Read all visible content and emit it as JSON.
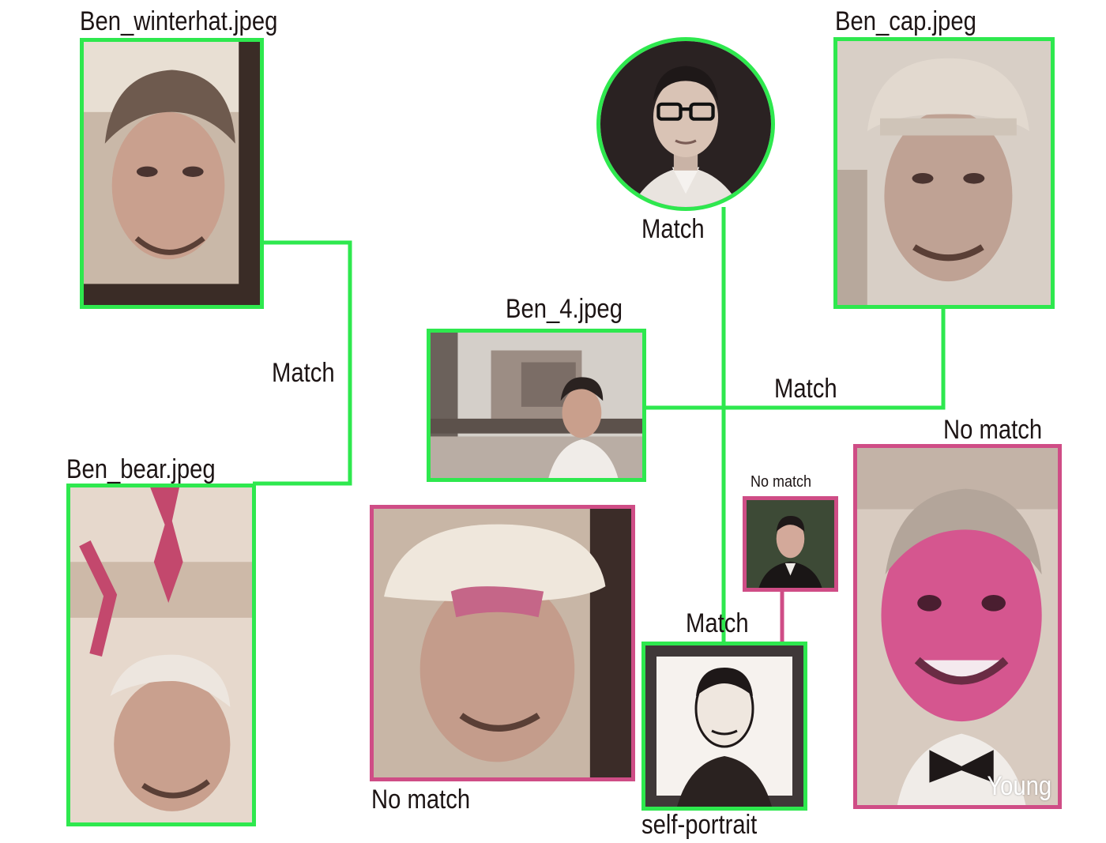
{
  "labels": {
    "winterhat": "Ben_winterhat.jpeg",
    "cap": "Ben_cap.jpeg",
    "ben4": "Ben_4.jpeg",
    "bear": "Ben_bear.jpeg",
    "reference_match": "Match",
    "winterhat_bear_match": "Match",
    "cap_match": "Match",
    "self_portrait_match": "Match",
    "straw_hat_result": "No match",
    "child_result": "No match",
    "small_photo_result": "No match",
    "self_portrait": "self-portrait",
    "young_tag": "Young"
  },
  "colors": {
    "match": "#2ee84e",
    "no_match": "#cf4d86",
    "text": "#1c1414"
  },
  "photos": [
    {
      "id": "reference",
      "status": "match",
      "shape": "circle"
    },
    {
      "id": "winterhat",
      "status": "match"
    },
    {
      "id": "cap",
      "status": "match"
    },
    {
      "id": "ben4",
      "status": "match"
    },
    {
      "id": "bear",
      "status": "match"
    },
    {
      "id": "straw-hat",
      "status": "no match"
    },
    {
      "id": "small-portrait",
      "status": "no match"
    },
    {
      "id": "self-portrait",
      "status": "match"
    },
    {
      "id": "child",
      "status": "no match"
    }
  ]
}
